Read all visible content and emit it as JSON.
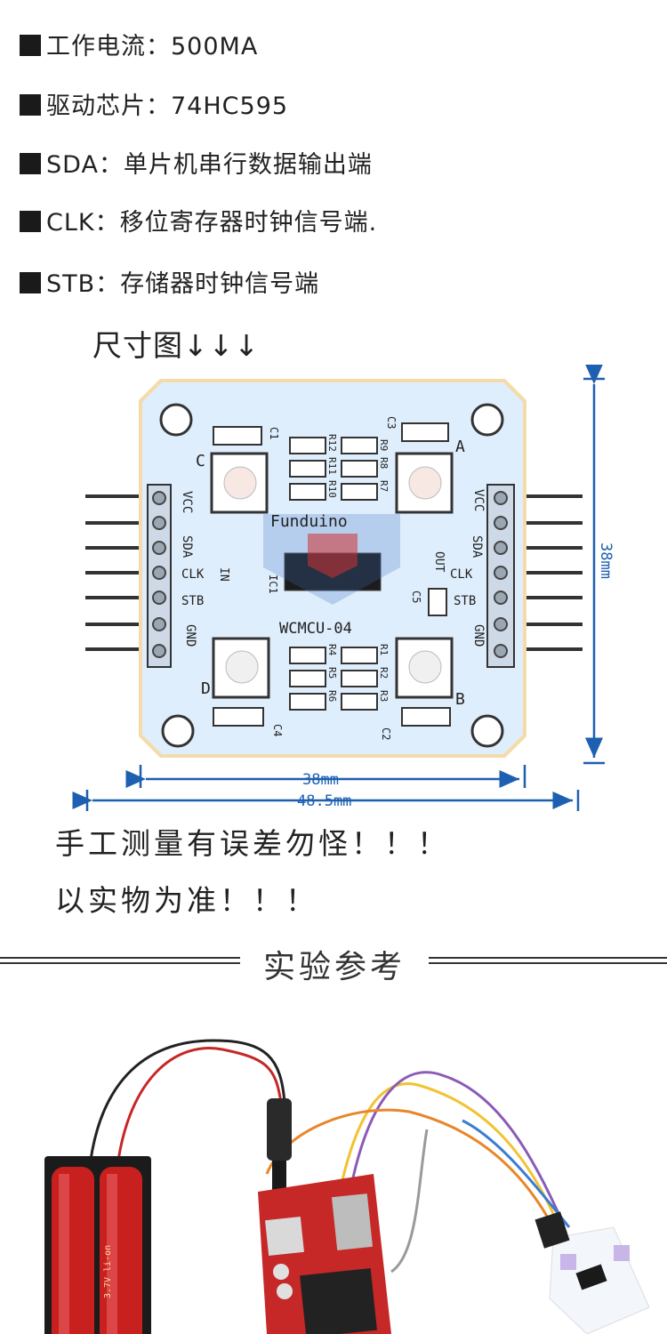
{
  "specs": [
    "工作电流：500MA",
    "驱动芯片：74HC595",
    "SDA：单片机串行数据输出端",
    "CLK：移位寄存器时钟信号端.",
    "STB：存储器时钟信号端"
  ],
  "size_title": "尺寸图↓↓↓",
  "dimensions": {
    "height": "38mm",
    "width_inner": "38mm",
    "width_outer": "48.5mm"
  },
  "board": {
    "brand": "Funduino",
    "model": "WCMCU-04",
    "chip_label": "IC1",
    "in_label": "IN",
    "out_label": "OUT",
    "pins_left": [
      "VCC",
      "SDA",
      "CLK",
      "STB",
      "GND"
    ],
    "pins_right": [
      "VCC",
      "SDA",
      "CLK",
      "STB",
      "GND"
    ],
    "led_labels": [
      "A",
      "B",
      "C",
      "D"
    ],
    "caps": [
      "C1",
      "C2",
      "C3",
      "C4",
      "C5"
    ],
    "resistors": [
      "R12",
      "R11",
      "R10",
      "R9",
      "R8",
      "R7",
      "R4",
      "R5",
      "R6",
      "R1",
      "R2",
      "R3"
    ],
    "colors": {
      "pcb": "#dfeefc",
      "pcb_edge": "#f0d8a0",
      "accent": "#1d5fb0"
    }
  },
  "notes": [
    "手工测量有误差勿怪！！！",
    "以实物为准！！！"
  ],
  "section_title": "实验参考",
  "photo": {
    "battery_label": "3.7V li-on"
  }
}
